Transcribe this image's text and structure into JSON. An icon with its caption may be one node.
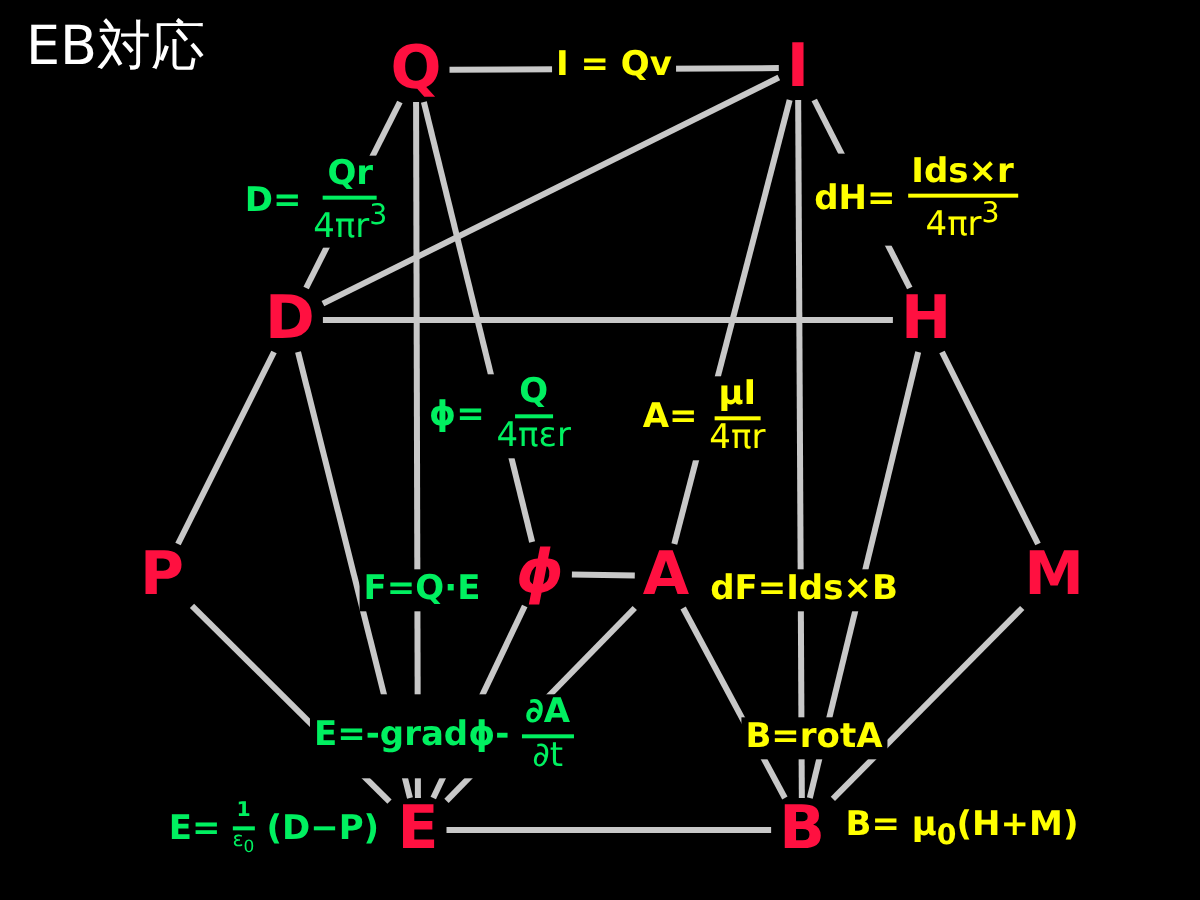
{
  "diagram": {
    "title": "EB対応",
    "nodes": [
      {
        "text": [
          "Q"
        ]
      },
      {
        "text": [
          "I"
        ]
      },
      {
        "text": [
          "D"
        ]
      },
      {
        "text": [
          "H"
        ]
      },
      {
        "text": [
          "P"
        ]
      },
      {
        "text": [
          "ϕ"
        ]
      },
      {
        "text": [
          "A"
        ]
      },
      {
        "text": [
          "M"
        ]
      },
      {
        "text": [
          "E"
        ],
        "beside": [
          "E= 1 ε$_{0}$ (D−P)"
        ]
      },
      {
        "text": [
          "B"
        ],
        "beside": [
          "B= μ$_{0}$(H+M)"
        ]
      }
    ],
    "edges": [
      {
        "from": 0,
        "to": 1,
        "arrow": "none",
        "label": "I = Qv"
      },
      {
        "from": 0,
        "to": 2,
        "arrow": "none",
        "label": "D= Qr 4πr$^{3}$"
      },
      {
        "from": 1,
        "to": 2,
        "arrow": "none"
      },
      {
        "from": 1,
        "to": 3,
        "arrow": "none",
        "label": "dH= Ids×r 4πr$^{3}$"
      },
      {
        "from": 2,
        "to": 3,
        "arrow": "none"
      },
      {
        "from": 0,
        "to": 5,
        "arrow": "none",
        "label": "ϕ= Q 4πεr"
      },
      {
        "from": 1,
        "to": 6,
        "arrow": "none",
        "label": "A= μI 4πr"
      },
      {
        "from": 2,
        "to": 4,
        "arrow": "none"
      },
      {
        "from": 3,
        "to": 7,
        "arrow": "none"
      },
      {
        "from": 5,
        "to": 6,
        "arrow": "none"
      },
      {
        "from": 0,
        "to": 8,
        "arrow": "none",
        "label": "F=Q·E"
      },
      {
        "from": 1,
        "to": 9,
        "arrow": "none",
        "label": "dF=Ids×B"
      },
      {
        "from": 2,
        "to": 8,
        "arrow": "none"
      },
      {
        "from": 4,
        "to": 8,
        "arrow": "none"
      },
      {
        "from": 5,
        "to": 8,
        "arrow": "none",
        "label": "E=-gradϕ- ∂A ∂t"
      },
      {
        "from": 6,
        "to": 8,
        "arrow": "none"
      },
      {
        "from": 6,
        "to": 9,
        "arrow": "none",
        "label": "B=rotA"
      },
      {
        "from": 3,
        "to": 9,
        "arrow": "none"
      },
      {
        "from": 7,
        "to": 9,
        "arrow": "none"
      },
      {
        "from": 8,
        "to": 9,
        "arrow": "none"
      }
    ]
  }
}
